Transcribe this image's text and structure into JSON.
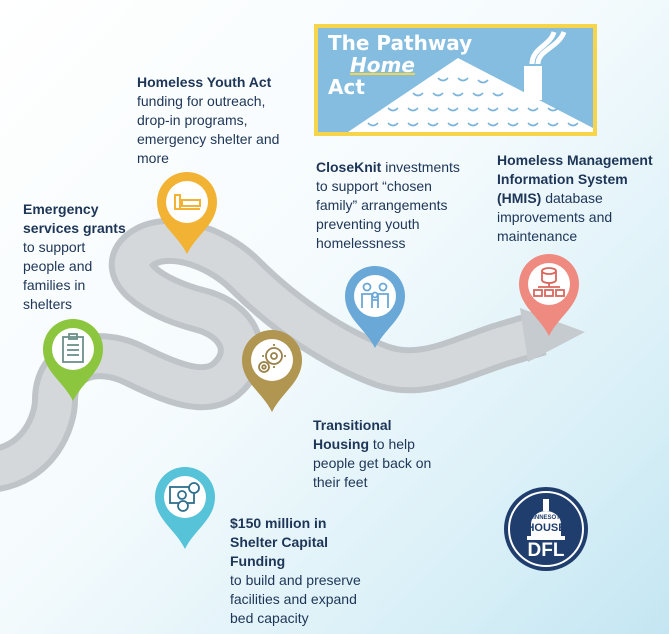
{
  "logo": {
    "line1": "The Pathway",
    "line2": "Home",
    "line3": "Act"
  },
  "items": [
    {
      "bold": "Homeless Youth Act",
      "text": "funding for outreach, drop-in programs, emergency shelter and more",
      "icon": "bed-icon",
      "color": "#f2b233"
    },
    {
      "bold": "Emergency services grants",
      "text": "to support people and families in shelters",
      "icon": "clipboard-icon",
      "color": "#8cc63f"
    },
    {
      "bold": "CloseKnit",
      "text": "investments to support “chosen family” arrangements preventing youth homelessness",
      "icon": "family-icon",
      "color": "#6aa8d8"
    },
    {
      "bold": "Homeless Management Information System (HMIS)",
      "text": "database improvements and maintenance",
      "icon": "database-network-icon",
      "color": "#ee8a80"
    },
    {
      "bold": "Transitional Housing",
      "text": "to help people get back on their feet",
      "icon": "gears-icon",
      "color": "#b09650"
    },
    {
      "bold": "$150 million in Shelter Capital Funding",
      "text": "to build and preserve facilities and expand bed capacity",
      "icon": "money-icon",
      "color": "#56c3d8"
    }
  ],
  "dfl": {
    "top": "MINNESOTA",
    "mid": "HOUSE",
    "big": "DFL"
  }
}
